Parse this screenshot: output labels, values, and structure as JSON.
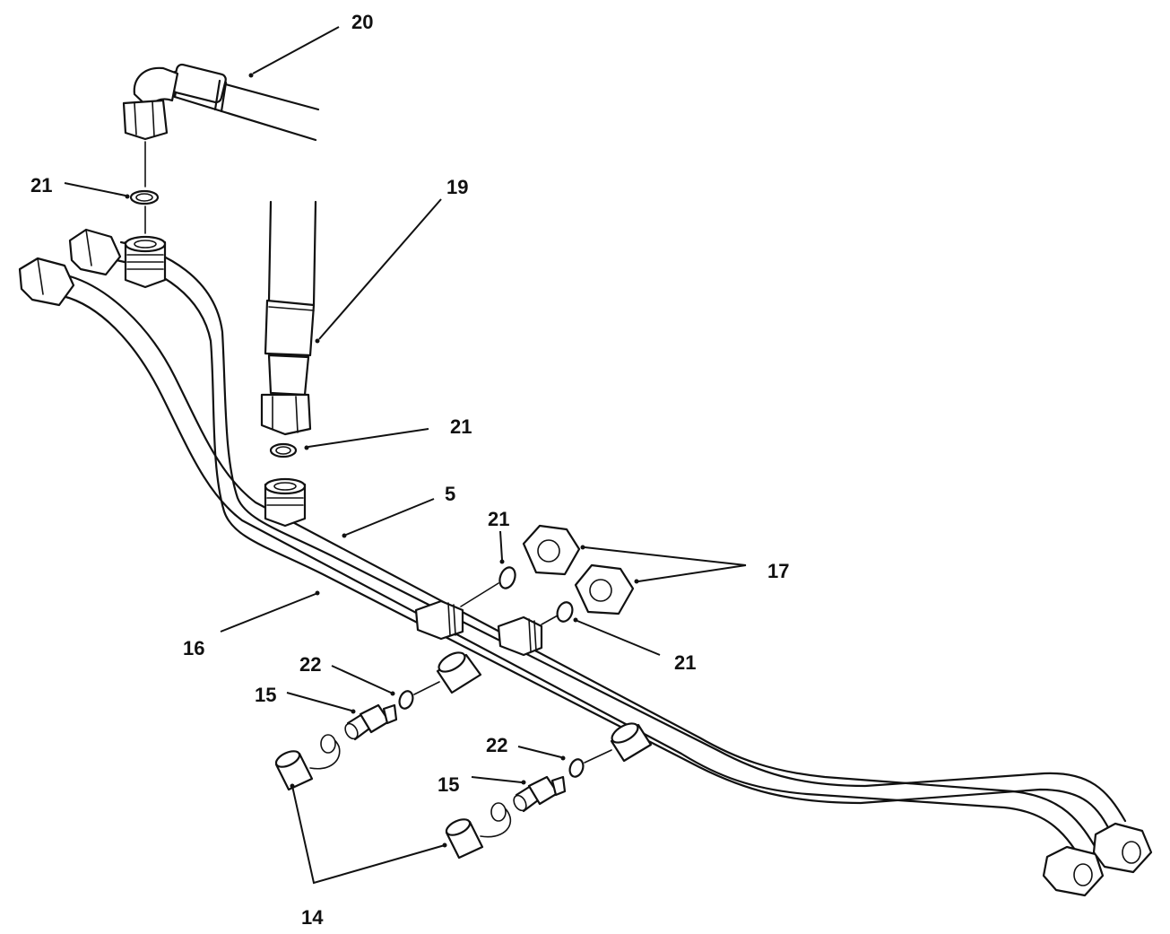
{
  "callouts": {
    "c20": "20",
    "c21_top": "21",
    "c19": "19",
    "c21_mid": "21",
    "c5": "5",
    "c21_fit": "21",
    "c17": "17",
    "c21_right": "21",
    "c16": "16",
    "c22_left": "22",
    "c15_left": "15",
    "c22_right": "22",
    "c15_right": "15",
    "c14": "14"
  }
}
